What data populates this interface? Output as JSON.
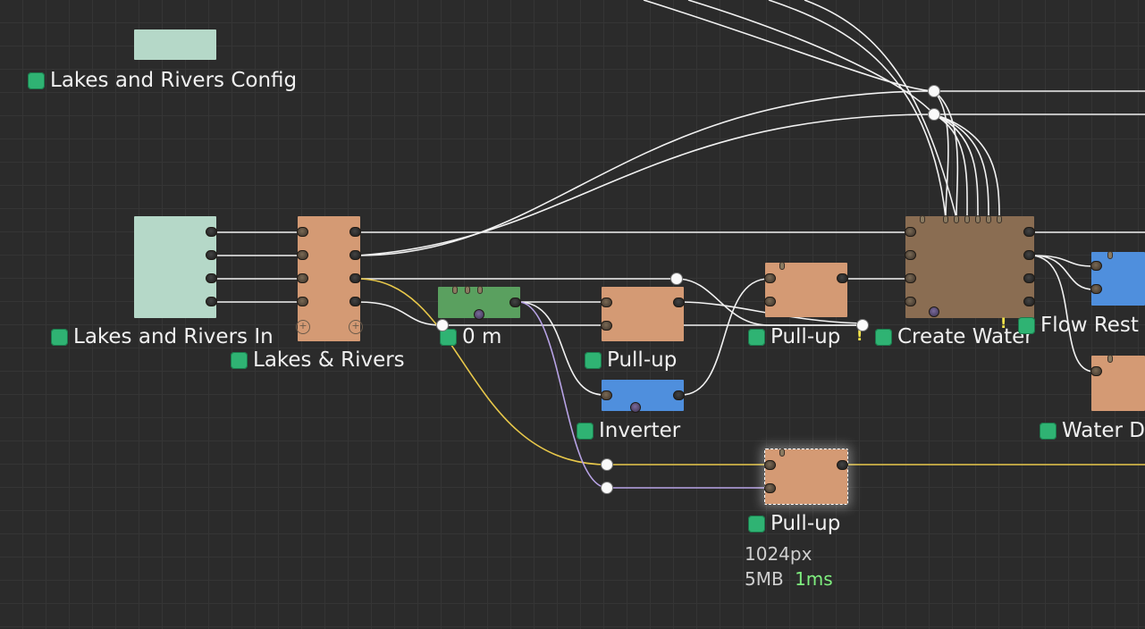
{
  "colors": {
    "canvas": "#2b2b2b",
    "grid": "#353535",
    "config_node": "#b5d8c8",
    "orange_node": "#d49a74",
    "blue_node": "#4f8fdd",
    "green_node": "#5aa05f",
    "brown_node": "#8a6d52",
    "status_led": "#2fb373",
    "wire": "#f2f2f2",
    "wire_yellow": "#e8c84a",
    "wire_purple": "#b8a3e6"
  },
  "nodes": {
    "config": {
      "label": "Lakes and Rivers Config"
    },
    "inputs": {
      "label": "Lakes and Rivers In"
    },
    "lakes_rivers": {
      "label": "Lakes & Rivers"
    },
    "zero_m": {
      "label": "0 m"
    },
    "pullup_1": {
      "label": "Pull-up"
    },
    "inverter": {
      "label": "Inverter"
    },
    "pullup_2": {
      "label": "Pull-up"
    },
    "create_water": {
      "label": "Create Water"
    },
    "flow_rest": {
      "label": "Flow Rest"
    },
    "water_d": {
      "label": "Water D"
    },
    "pullup_selected": {
      "label": "Pull-up",
      "resolution": "1024px",
      "memory": "5MB",
      "time": "1ms"
    }
  },
  "icons": {
    "port": "port-socket-icon",
    "status": "status-led-icon",
    "reroute": "reroute-dot-icon",
    "warning": "warning-icon",
    "add_port": "plus-icon"
  },
  "warnings": {
    "symbol": "!"
  }
}
